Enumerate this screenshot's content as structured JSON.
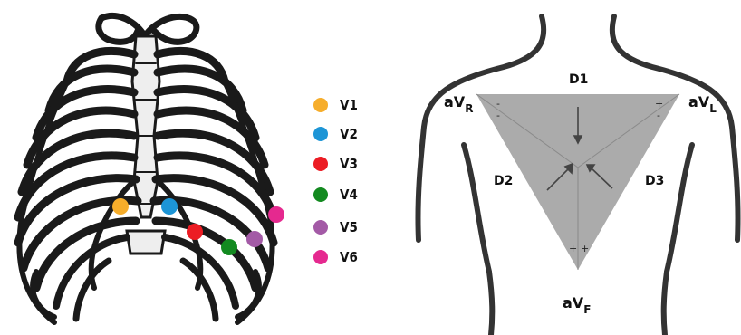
{
  "leads": [
    {
      "name": "V1",
      "color": "#f6ad2b"
    },
    {
      "name": "V2",
      "color": "#1d95d6"
    },
    {
      "name": "V3",
      "color": "#ec1c24"
    },
    {
      "name": "V4",
      "color": "#138a20"
    },
    {
      "name": "V5",
      "color": "#a35aa6"
    },
    {
      "name": "V6",
      "color": "#e5298f"
    }
  ],
  "triangle": {
    "fill_color": "#ababab",
    "top_label": "D1",
    "left_label": "D2",
    "right_label": "D3",
    "avr_main": "aV",
    "avr_sub": "R",
    "avl_main": "aV",
    "avl_sub": "L",
    "avf_main": "aV",
    "avf_sub": "F",
    "sign_minus": "-",
    "sign_plus": "+"
  }
}
